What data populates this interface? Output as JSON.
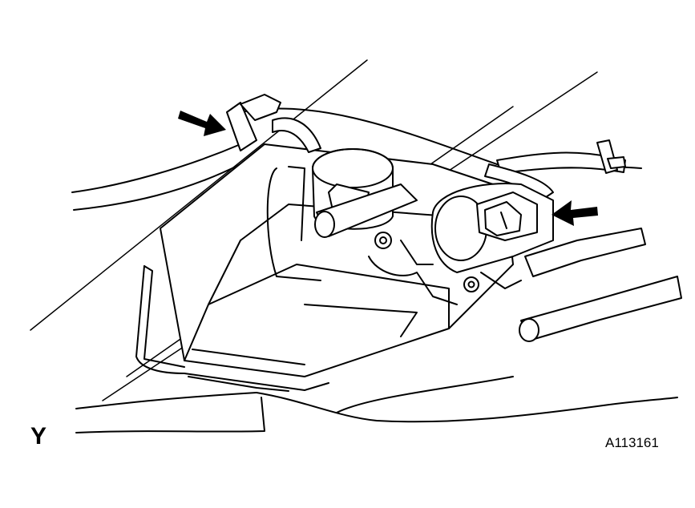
{
  "diagram": {
    "view_label": "Y",
    "figure_code": "A113161",
    "line_color": "#000000",
    "background_color": "#ffffff",
    "callout_arrows": [
      "hose-clamp-left",
      "connector-right"
    ]
  }
}
